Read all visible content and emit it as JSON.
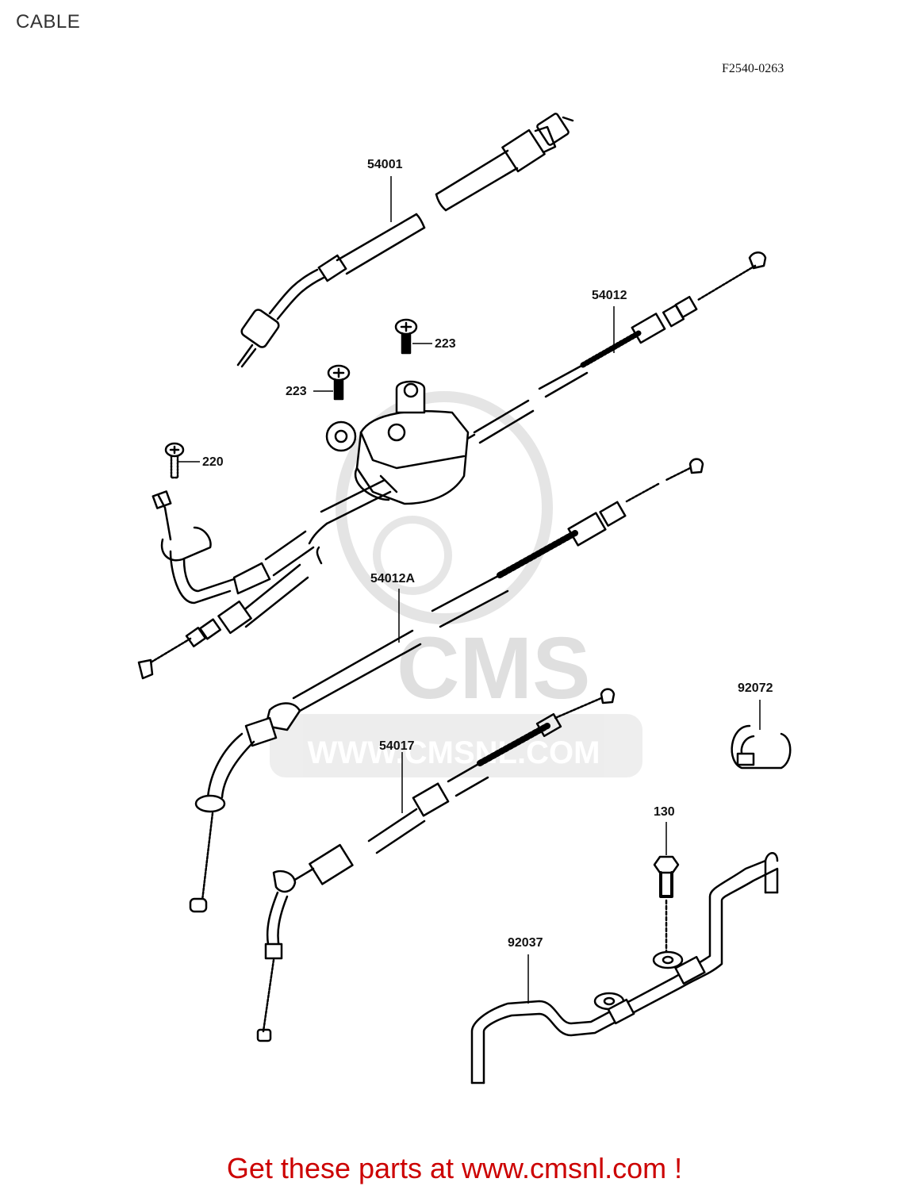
{
  "page": {
    "title": "CABLE",
    "figure_code": "F2540-0263"
  },
  "labels": {
    "p54001": "54001",
    "p54012": "54012",
    "p223a": "223",
    "p223b": "223",
    "p220": "220",
    "p54012A": "54012A",
    "p92072": "92072",
    "p54017": "54017",
    "p130": "130",
    "p92037": "92037"
  },
  "watermark": {
    "logo_text": "CMS",
    "url_text": "WWW.CMSNL.COM"
  },
  "footer": {
    "text": "Get these parts at www.cmsnl.com !",
    "color": "#cc0000"
  }
}
